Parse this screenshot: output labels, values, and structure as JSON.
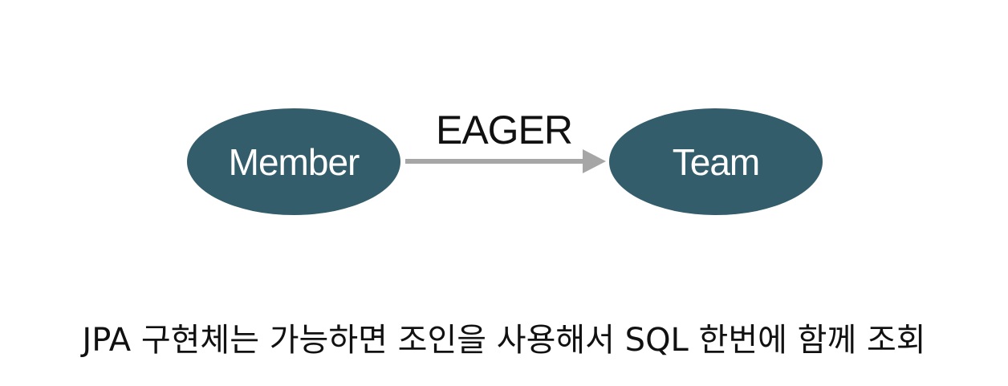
{
  "diagram": {
    "nodes": [
      {
        "id": "member",
        "label": "Member"
      },
      {
        "id": "team",
        "label": "Team"
      }
    ],
    "edge": {
      "from": "member",
      "to": "team",
      "label": "EAGER"
    },
    "caption": "JPA 구현체는 가능하면 조인을 사용해서 SQL 한번에 함께 조회"
  },
  "colors": {
    "node_fill": "#335d6b",
    "node_text": "#ffffff",
    "arrow": "#a6a6a6",
    "text": "#111111"
  }
}
